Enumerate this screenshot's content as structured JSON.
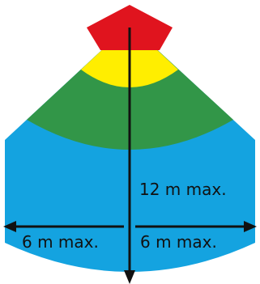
{
  "diagram": {
    "labels": {
      "range": "12 m max.",
      "left_width": "6 m max.",
      "right_width": "6 m max."
    },
    "zones": [
      {
        "name": "outer-zone",
        "color": "#14a3e0"
      },
      {
        "name": "middle-zone",
        "color": "#329648"
      },
      {
        "name": "inner-zone",
        "color": "#ffee00"
      },
      {
        "name": "sensor-head",
        "color": "#e0141e"
      }
    ],
    "arrow_color": "#111111"
  }
}
